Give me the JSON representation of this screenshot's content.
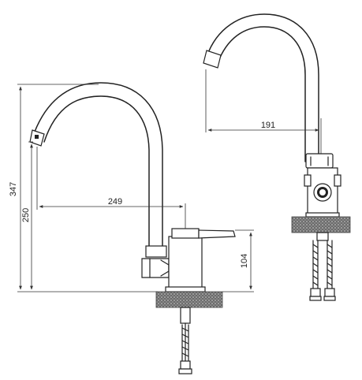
{
  "dimensions": {
    "total_height": "347",
    "spout_height": "250",
    "side_reach": "249",
    "body_height": "104",
    "front_reach": "191"
  }
}
